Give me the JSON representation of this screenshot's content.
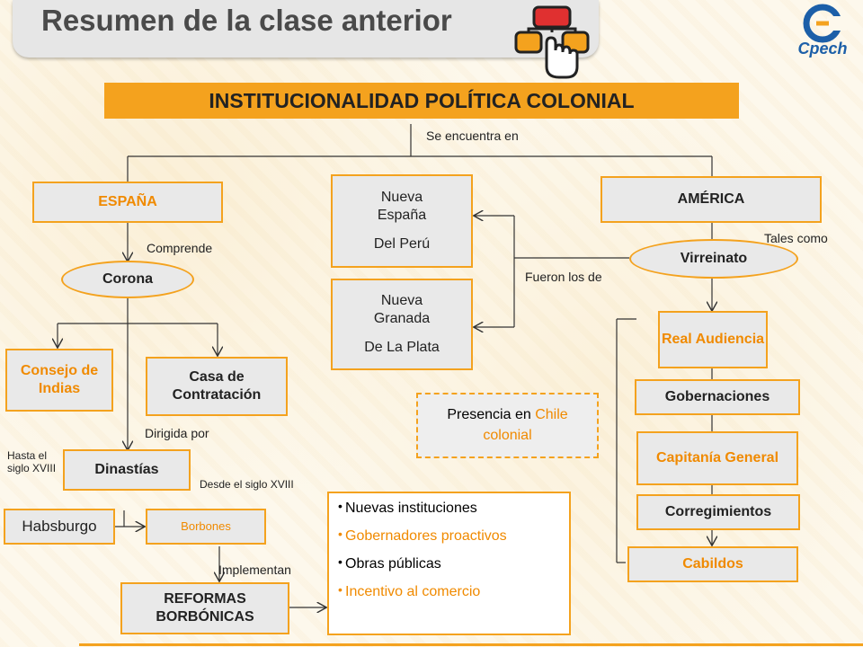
{
  "header": {
    "title": "Resumen de la clase anterior",
    "logo_text": "Cpech"
  },
  "diagram": {
    "main_title": "INSTITUCIONALIDAD POLÍTICA COLONIAL",
    "labels": {
      "se_encuentra_en": "Se encuentra en",
      "comprende": "Comprende",
      "fueron_los_de": "Fueron los de",
      "tales_como": "Tales como",
      "dirigida_por": "Dirigida por",
      "hasta_siglo": "Hasta el siglo XVIII",
      "desde_siglo": "Desde el siglo XVIII",
      "implementan": "Implementan"
    },
    "espana": "ESPAÑA",
    "america": "AMÉRICA",
    "corona": "Corona",
    "virreinato": "Virreinato",
    "virreinatos_1": {
      "line1": "Nueva España",
      "line2": "Del Perú"
    },
    "virreinatos_2": {
      "line1": "Nueva Granada",
      "line2": "De La Plata"
    },
    "consejo": "Consejo de Indias",
    "casa": "Casa de Contratación",
    "dinastias": "Dinastías",
    "habsburgo": "Habsburgo",
    "borbones": "Borbones",
    "reformas": "REFORMAS BORBÓNICAS",
    "reformas_list": [
      "Nuevas instituciones",
      "Gobernadores proactivos",
      "Obras públicas",
      "Incentivo al comercio"
    ],
    "presencia": {
      "prefix": "Presencia en ",
      "highlight": "Chile",
      "suffix": "colonial"
    },
    "america_items": {
      "real_audiencia": "Real Audiencia",
      "gobernaciones": "Gobernaciones",
      "capitania": "Capitanía General",
      "corregimientos": "Corregimientos",
      "cabildos": "Cabildos"
    }
  },
  "colors": {
    "accent": "#f4a21e",
    "highlight_text": "#f08a00",
    "box_fill": "#e9e9e9"
  }
}
